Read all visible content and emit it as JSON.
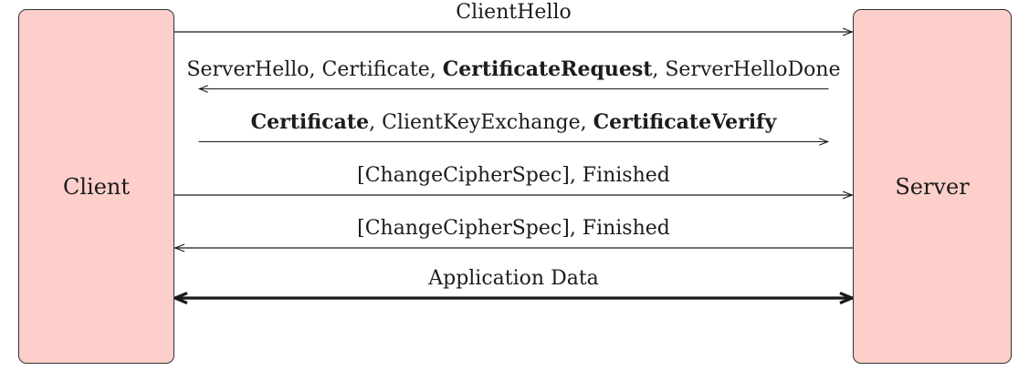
{
  "diagram": {
    "kind": "sequence-diagram",
    "topic": "TLS handshake with client authentication"
  },
  "actors": {
    "client": {
      "label": "Client"
    },
    "server": {
      "label": "Server"
    }
  },
  "colors": {
    "actor_fill": "#fccfca",
    "actor_border": "#333333",
    "line": "#1a1a1a",
    "text": "#1c1c1c"
  },
  "messages": [
    {
      "segments": [
        {
          "text": "ClientHello",
          "bold": false
        }
      ],
      "direction": "right",
      "thick": false
    },
    {
      "segments": [
        {
          "text": "ServerHello, Certificate, ",
          "bold": false
        },
        {
          "text": "CertificateRequest",
          "bold": true
        },
        {
          "text": ", ServerHelloDone",
          "bold": false
        }
      ],
      "direction": "left",
      "thick": false
    },
    {
      "segments": [
        {
          "text": "Certificate",
          "bold": true
        },
        {
          "text": ", ClientKeyExchange, ",
          "bold": false
        },
        {
          "text": "CertificateVerify",
          "bold": true
        }
      ],
      "direction": "right",
      "thick": false
    },
    {
      "segments": [
        {
          "text": "[ChangeCipherSpec], Finished",
          "bold": false
        }
      ],
      "direction": "right",
      "thick": false
    },
    {
      "segments": [
        {
          "text": "[ChangeCipherSpec], Finished",
          "bold": false
        }
      ],
      "direction": "left",
      "thick": false
    },
    {
      "segments": [
        {
          "text": "Application Data",
          "bold": false
        }
      ],
      "direction": "both",
      "thick": true
    }
  ]
}
